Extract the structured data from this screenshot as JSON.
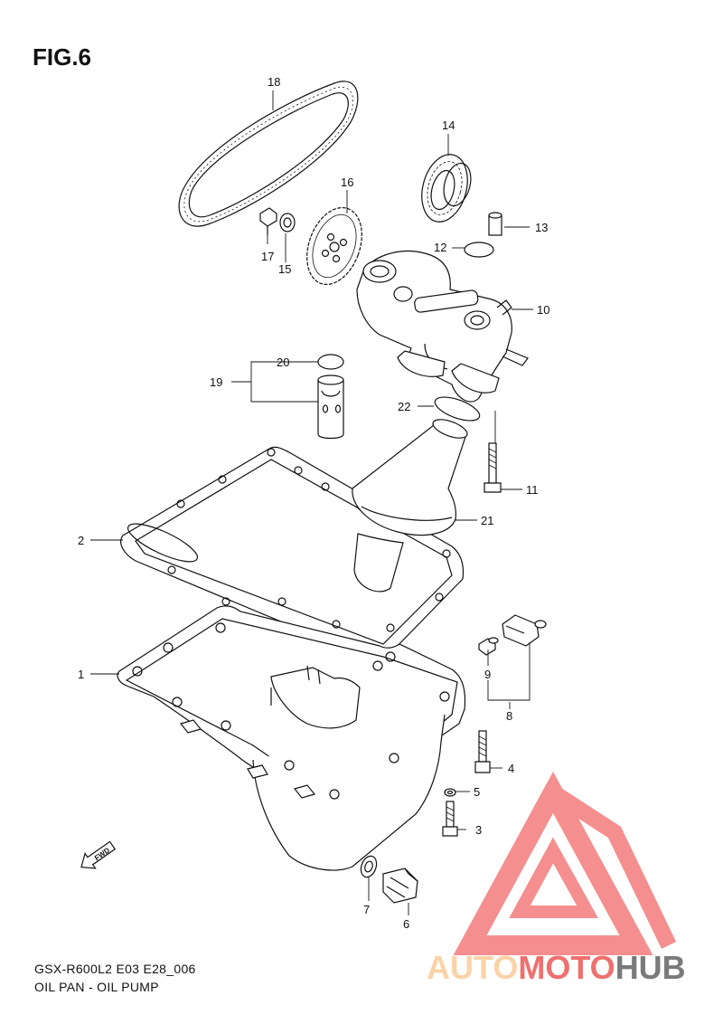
{
  "figure": {
    "title": "FIG.6",
    "model_code": "GSX-R600L2 E03 E28_006",
    "description": "OIL PAN - OIL PUMP",
    "fwd_label": "FWD"
  },
  "callouts": [
    "1",
    "2",
    "3",
    "4",
    "5",
    "6",
    "7",
    "8",
    "9",
    "10",
    "11",
    "12",
    "13",
    "14",
    "15",
    "16",
    "17",
    "18",
    "19",
    "20",
    "21",
    "22"
  ],
  "watermark": {
    "part1": "AUTO",
    "part2": "MOTO",
    "part3": "HUB",
    "color_light": "#fbd3a8",
    "color_red": "#f06f6f",
    "color_dark": "#7a7a7a"
  }
}
